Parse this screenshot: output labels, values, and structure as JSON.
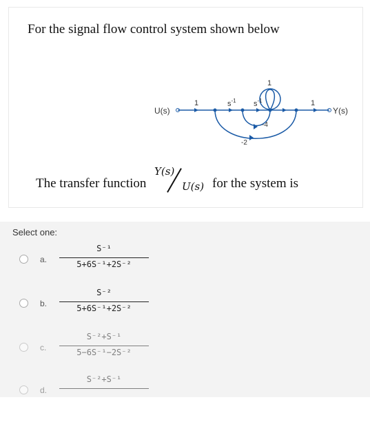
{
  "question": {
    "prompt": "For the signal flow control system shown below",
    "transfer_text": "The transfer function",
    "tf_numerator": "Y(s)",
    "tf_denominator": "U(s)",
    "tf_tail": "for the system is"
  },
  "diagram": {
    "input_label": "U(s)",
    "output_label": "Y(s)",
    "gain_in": "1",
    "gain_s1a": "s",
    "gain_s1a_exp": "-1",
    "gain_s1b": "s",
    "gain_s1b_exp": "-1",
    "gain_out": "1",
    "loop_top": "1",
    "loop_inner": "-4",
    "loop_outer": "-2",
    "colors": {
      "edge": "#1a5aa6",
      "text": "#333333"
    }
  },
  "answers": {
    "select_label": "Select one:",
    "options": [
      {
        "letter": "a.",
        "num": "S⁻¹",
        "den": "5+6S⁻¹+2S⁻²"
      },
      {
        "letter": "b.",
        "num": "S⁻²",
        "den": "5+6S⁻¹+2S⁻²"
      },
      {
        "letter": "c.",
        "num": "S⁻²+S⁻¹",
        "den": "5−6S⁻¹−2S⁻²"
      },
      {
        "letter": "d.",
        "num": "S⁻²+S⁻¹",
        "den": ""
      }
    ]
  }
}
